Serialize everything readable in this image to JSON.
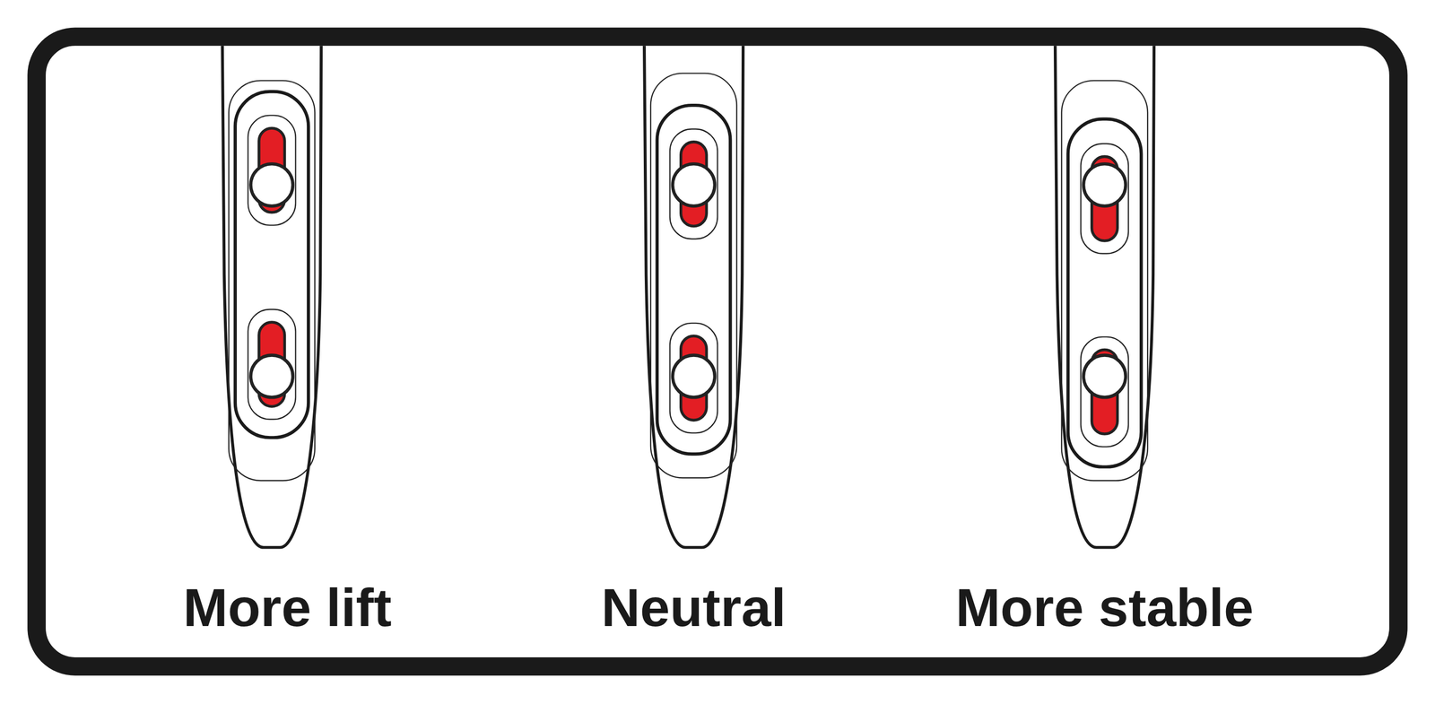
{
  "diagram": {
    "labels": [
      "More lift",
      "Neutral",
      "More stable"
    ]
  }
}
